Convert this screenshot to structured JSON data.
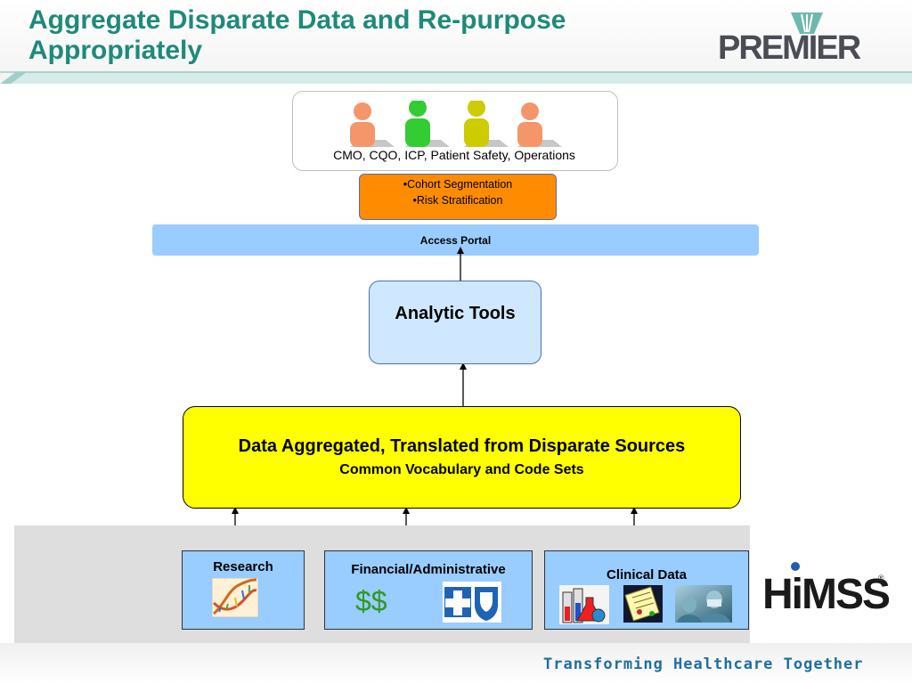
{
  "header": {
    "title": "Aggregate Disparate Data and Re-purpose Appropriately",
    "logo_text": "PREMIER"
  },
  "people": {
    "icons": [
      {
        "name": "person-icon",
        "color": "#f5956a"
      },
      {
        "name": "person-icon",
        "color": "#33cc33"
      },
      {
        "name": "person-icon",
        "color": "#cccc00"
      },
      {
        "name": "person-icon",
        "color": "#f5956a"
      }
    ],
    "label": "CMO, CQO, ICP, Patient Safety, Operations"
  },
  "analysis": {
    "items": [
      "•Cohort Segmentation",
      "•Risk Stratification"
    ]
  },
  "portal": {
    "label": "Access Portal"
  },
  "analytic_tools": {
    "label": "Analytic Tools"
  },
  "aggregation": {
    "line1": "Data Aggregated, Translated from Disparate Sources",
    "line2": "Common Vocabulary and Code Sets"
  },
  "sources": {
    "research": {
      "label": "Research",
      "icon": "dna-icon"
    },
    "financial": {
      "label": "Financial/Administrative",
      "symbol": "$$",
      "icon": "blue-cross-icon"
    },
    "clinical": {
      "label": "Clinical Data",
      "icons": [
        "lab-flask-icon",
        "chart-icon",
        "surgeon-icon"
      ]
    }
  },
  "footer": {
    "tagline": "Transforming Healthcare Together",
    "himss_logo": "HiMSS",
    "himss_reg": "®"
  },
  "colors": {
    "title": "#1e8a7a",
    "orange_box": "#ff8c00",
    "portal": "#99ccff",
    "analytic_box": "#cfe8ff",
    "aggregation_box": "#ffff00",
    "source_box": "#99ccff",
    "tagline": "#1f6fa0"
  }
}
